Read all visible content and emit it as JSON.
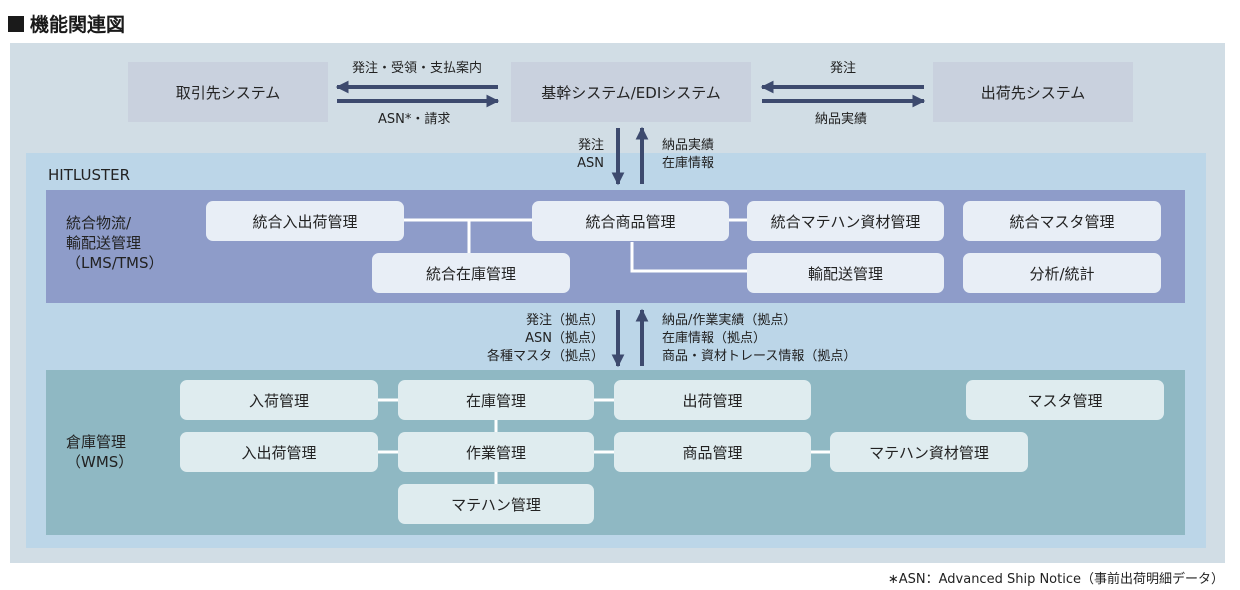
{
  "title": "機能関連図",
  "systems": {
    "client": "取引先システム",
    "core": "基幹システム/EDIシステム",
    "shipping": "出荷先システム"
  },
  "top_flows": {
    "client_to_core_top": "発注・受領・支払案内",
    "client_to_core_bottom": "ASN*・請求",
    "core_to_ship_top": "発注",
    "core_to_ship_bottom": "納品実績",
    "core_down": [
      "発注",
      "ASN"
    ],
    "core_up": [
      "納品実績",
      "在庫情報"
    ]
  },
  "hitluster_label": "HITLUSTER",
  "lms": {
    "label": [
      "統合物流/",
      "輸配送管理",
      "（LMS/TMS）"
    ],
    "boxes": {
      "inout": "統合入出荷管理",
      "product": "統合商品管理",
      "material": "統合マテハン資材管理",
      "master": "統合マスタ管理",
      "stock": "統合在庫管理",
      "delivery": "輸配送管理",
      "analysis": "分析/統計"
    }
  },
  "mid_flows": {
    "down": [
      "発注（拠点）",
      "ASN（拠点）",
      "各種マスタ（拠点）"
    ],
    "up": [
      "納品/作業実績（拠点）",
      "在庫情報（拠点）",
      "商品・資材トレース情報（拠点）"
    ]
  },
  "wms": {
    "label": [
      "倉庫管理",
      "（WMS）"
    ],
    "boxes": {
      "receiving": "入荷管理",
      "stock": "在庫管理",
      "shipping": "出荷管理",
      "master": "マスタ管理",
      "inout": "入出荷管理",
      "work": "作業管理",
      "product": "商品管理",
      "material": "マテハン資材管理",
      "matehan": "マテハン管理"
    }
  },
  "footnote": "∗ASN：Advanced Ship Notice（事前出荷明細データ）"
}
